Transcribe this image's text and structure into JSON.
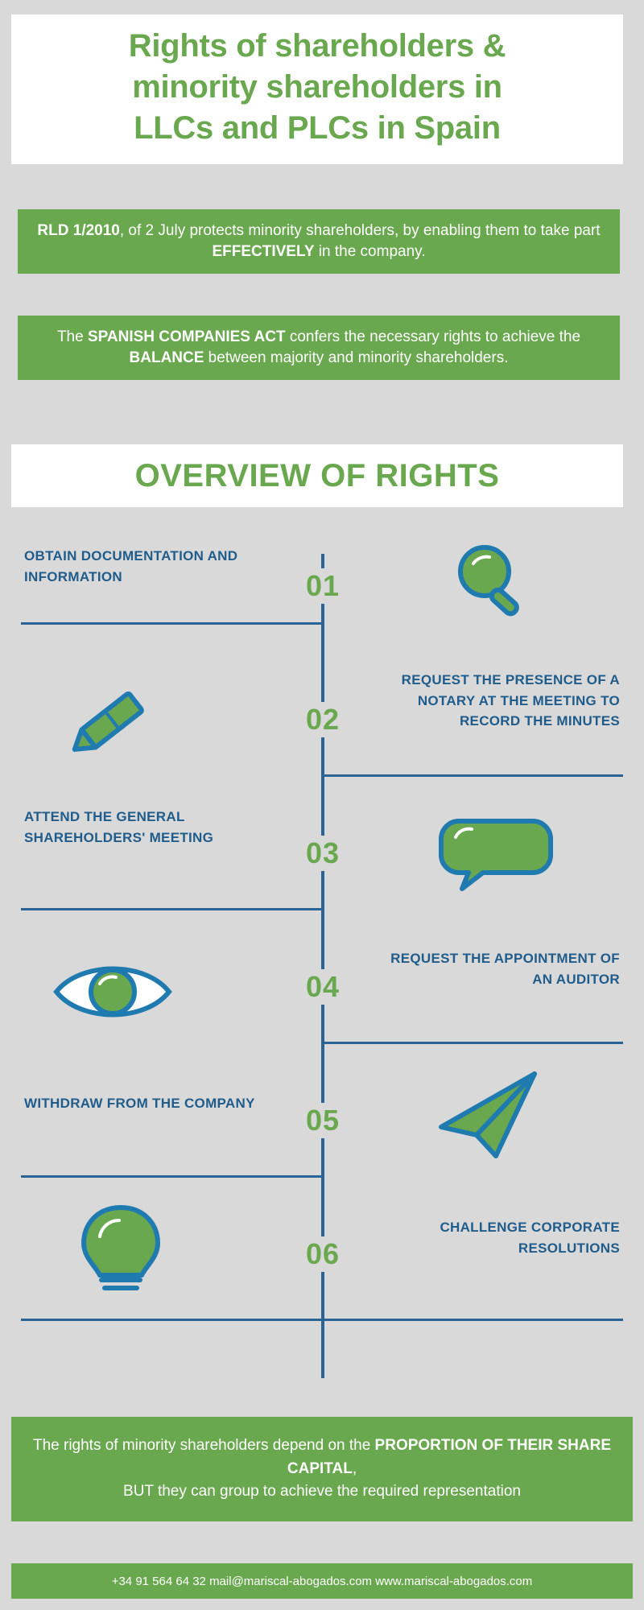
{
  "title": {
    "line1": "Rights of shareholders &",
    "line2": "minority shareholders in",
    "line3": "LLCs and PLCs in Spain"
  },
  "statements": [
    {
      "id": "rld-statement",
      "parts": [
        {
          "text": "RLD 1/2010",
          "bold": true
        },
        {
          "text": ", of 2 July protects minority shareholders, by enabling them to take part ",
          "bold": false
        },
        {
          "text": "EFFECTIVELY",
          "bold": true
        },
        {
          "text": " in the company.",
          "bold": false
        }
      ]
    },
    {
      "id": "companies-act-statement",
      "parts": [
        {
          "text": "The ",
          "bold": false
        },
        {
          "text": "SPANISH COMPANIES ACT",
          "bold": true
        },
        {
          "text": " confers the necessary rights to achieve the ",
          "bold": false
        },
        {
          "text": "BALANCE",
          "bold": true
        },
        {
          "text": " between majority and minority shareholders.",
          "bold": false
        }
      ]
    }
  ],
  "overview": {
    "heading": "OVERVIEW OF RIGHTS"
  },
  "rights": [
    {
      "number": "01",
      "label": "OBTAIN DOCUMENTATION AND INFORMATION",
      "side": "left",
      "icon": "magnifier-icon"
    },
    {
      "number": "02",
      "label": "REQUEST THE PRESENCE OF A NOTARY AT THE MEETING TO RECORD THE MINUTES",
      "side": "right",
      "icon": "pencil-icon"
    },
    {
      "number": "03",
      "label": "ATTEND THE GENERAL SHAREHOLDERS' MEETING",
      "side": "left",
      "icon": "speech-bubble-icon"
    },
    {
      "number": "04",
      "label": "REQUEST THE APPOINTMENT OF AN AUDITOR",
      "side": "right",
      "icon": "eye-icon"
    },
    {
      "number": "05",
      "label": "WITHDRAW FROM THE COMPANY",
      "side": "left",
      "icon": "paper-plane-icon"
    },
    {
      "number": "06",
      "label": "CHALLENGE CORPORATE RESOLUTIONS",
      "side": "right",
      "icon": "lightbulb-icon"
    }
  ],
  "conclusion": {
    "parts": [
      {
        "text": "The rights of minority shareholders depend on the ",
        "bold": false
      },
      {
        "text": "PROPORTION OF THEIR SHARE CAPITAL",
        "bold": true
      },
      {
        "text": ",",
        "bold": false
      },
      {
        "text": "\n",
        "bold": false
      },
      {
        "text": "BUT they can group to achieve the required representation",
        "bold": false
      }
    ]
  },
  "footer": {
    "contact": "+34 91 564 64 32 mail@mariscal-abogados.com www.mariscal-abogados.com"
  },
  "colors": {
    "green": "#6aa84f",
    "blue": "#2a6496",
    "background": "#d9d9d9",
    "white": "#ffffff"
  }
}
